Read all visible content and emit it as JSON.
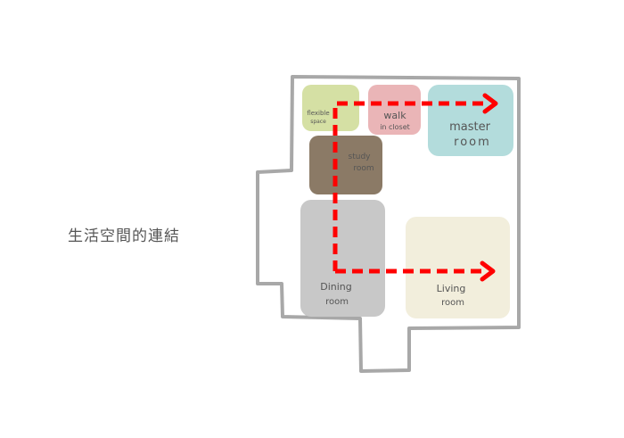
{
  "title": "生活空間的連結",
  "colors": {
    "outline": "#a8a8a8",
    "path_arrow": "#ff0000",
    "flexible_space": "#d5e0a4",
    "walk_in_closet": "#eab5b7",
    "master_room": "#b3dcdc",
    "study_room": "#8b7a66",
    "dining_room": "#c8c8c8",
    "living_room": "#f2eedc"
  },
  "rooms": {
    "flexible_space": {
      "line1": "flexible",
      "line2": "space"
    },
    "walk_in_closet": {
      "line1": "walk",
      "line2": "in closet"
    },
    "master_room": {
      "line1": "master",
      "line2": "room"
    },
    "study_room": {
      "line1": "study",
      "line2": "room"
    },
    "dining_room": {
      "line1": "Dining",
      "line2": "room"
    },
    "living_room": {
      "line1": "Living",
      "line2": "room"
    }
  }
}
